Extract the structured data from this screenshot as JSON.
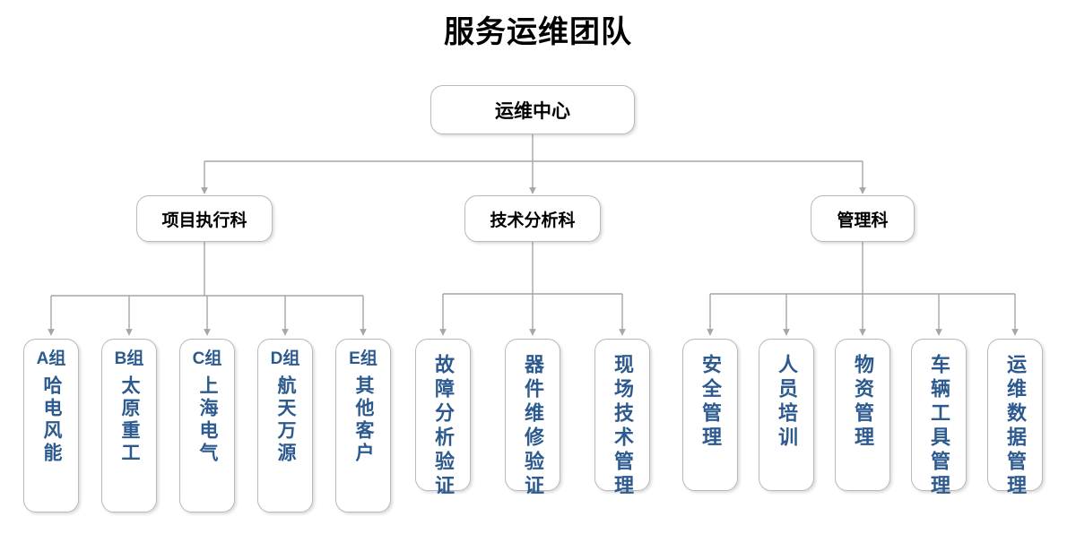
{
  "title": "服务运维团队",
  "theme": {
    "accent_blue": "#2d5a8e",
    "node_border": "#b9b9b9",
    "connector": "#a6a6a6",
    "text_black": "#000000",
    "background": "#ffffff"
  },
  "root": {
    "label": "运维中心"
  },
  "departments": [
    {
      "label": "项目执行科"
    },
    {
      "label": "技术分析科"
    },
    {
      "label": "管理科"
    }
  ],
  "groups": [
    {
      "code": "A组",
      "client": "哈电风能"
    },
    {
      "code": "B组",
      "client": "太原重工"
    },
    {
      "code": "C组",
      "client": "上海电气"
    },
    {
      "code": "D组",
      "client": "航天万源"
    },
    {
      "code": "E组",
      "client": "其他客户"
    }
  ],
  "tech_functions": [
    {
      "label": "故障分析验证"
    },
    {
      "label": "器件维修验证"
    },
    {
      "label": "现场技术管理"
    }
  ],
  "management_functions": [
    {
      "label": "安全管理"
    },
    {
      "label": "人员培训"
    },
    {
      "label": "物资管理"
    },
    {
      "label": "车辆工具管理"
    },
    {
      "label": "运维数据管理"
    }
  ]
}
